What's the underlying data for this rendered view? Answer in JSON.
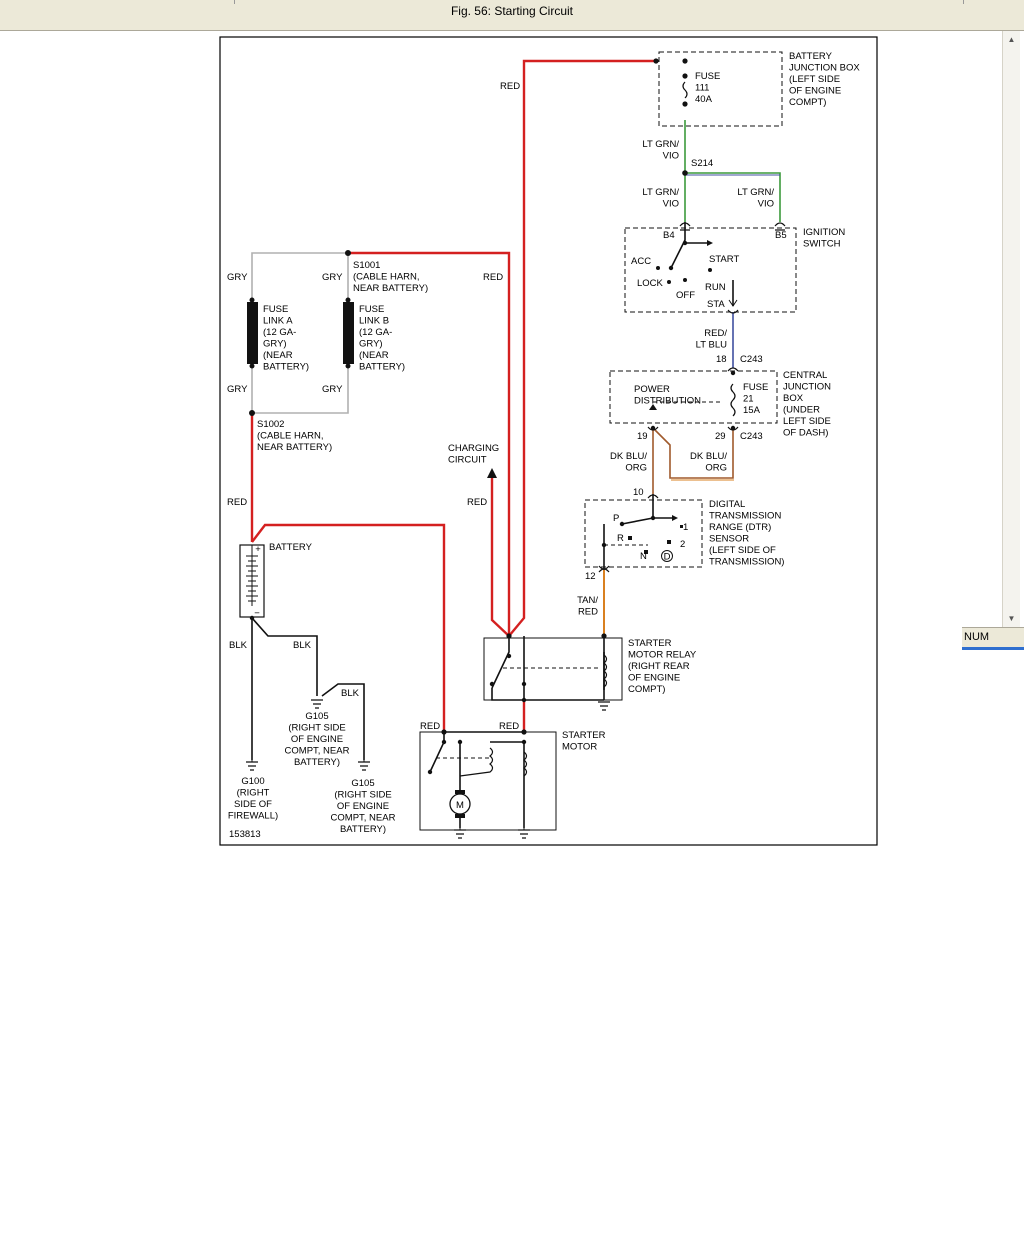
{
  "window": {
    "title": "Fig. 56: Starting Circuit"
  },
  "status": {
    "num": "NUM"
  },
  "diagram": {
    "figure_number": "153813",
    "labels": {
      "red_top": "RED",
      "bjb": [
        "BATTERY",
        "JUNCTION BOX",
        "(LEFT SIDE",
        "OF ENGINE",
        "COMPT)"
      ],
      "fuse111": [
        "FUSE",
        "111",
        "40A"
      ],
      "ltgrn1": [
        "LT GRN/",
        "VIO"
      ],
      "s214": "S214",
      "ltgrn2": [
        "LT GRN/",
        "VIO"
      ],
      "ltgrn3": [
        "LT GRN/",
        "VIO"
      ],
      "b4": "B4",
      "b5": "B5",
      "ign": [
        "IGNITION",
        "SWITCH"
      ],
      "acc": "ACC",
      "start": "START",
      "lock": "LOCK",
      "off": "OFF",
      "run": "RUN",
      "sta": "STA",
      "redltblu": [
        "RED/",
        "LT BLU"
      ],
      "pin18": "18",
      "c243a": "C243",
      "cjb": [
        "CENTRAL",
        "JUNCTION",
        "BOX",
        "(UNDER",
        "LEFT SIDE",
        "OF DASH)"
      ],
      "powerdist": [
        "POWER",
        "DISTRIBUTION"
      ],
      "fuse21": [
        "FUSE",
        "21",
        "15A"
      ],
      "pin19": "19",
      "pin29": "29",
      "c243b": "C243",
      "dkblu1": [
        "DK BLU/",
        "ORG"
      ],
      "dkblu2": [
        "DK BLU/",
        "ORG"
      ],
      "pin10": "10",
      "dtr": [
        "DIGITAL",
        "TRANSMISSION",
        "RANGE (DTR)",
        "SENSOR",
        "(LEFT SIDE OF",
        "TRANSMISSION)"
      ],
      "p": "P",
      "r": "R",
      "n": "N",
      "d": "D",
      "one": "1",
      "two": "2",
      "pin12": "12",
      "tanred": [
        "TAN/",
        "RED"
      ],
      "relay": [
        "STARTER",
        "MOTOR RELAY",
        "(RIGHT REAR",
        "OF ENGINE",
        "COMPT)"
      ],
      "starter": [
        "STARTER",
        "MOTOR"
      ],
      "m": "M",
      "red_mot1": "RED",
      "red_mot2": "RED",
      "s1001": [
        "S1001",
        "(CABLE HARN,",
        "NEAR BATTERY)"
      ],
      "red_s1001": "RED",
      "gry1": "GRY",
      "gry2": "GRY",
      "gry3": "GRY",
      "gry4": "GRY",
      "fla": [
        "FUSE",
        "LINK A",
        "(12 GA-",
        "GRY)",
        "(NEAR",
        "BATTERY)"
      ],
      "flb": [
        "FUSE",
        "LINK B",
        "(12 GA-",
        "GRY)",
        "(NEAR",
        "BATTERY)"
      ],
      "s1002": [
        "S1002",
        "(CABLE HARN,",
        "NEAR BATTERY)"
      ],
      "red_bat": "RED",
      "charging": [
        "CHARGING",
        "CIRCUIT"
      ],
      "red_chg": "RED",
      "battery": "BATTERY",
      "plus": "+",
      "minus": "−",
      "blk1": "BLK",
      "blk2": "BLK",
      "blk3": "BLK",
      "g105a": [
        "G105",
        "(RIGHT SIDE",
        "OF ENGINE",
        "COMPT, NEAR",
        "BATTERY)"
      ],
      "g100": [
        "G100",
        "(RIGHT",
        "SIDE OF",
        "FIREWALL)"
      ],
      "g105b": [
        "G105",
        "(RIGHT SIDE",
        "OF ENGINE",
        "COMPT, NEAR",
        "BATTERY)"
      ]
    },
    "colors": {
      "red_wire": "#d42020",
      "gray_wire": "#b0b0b0",
      "green_wire": "#3c9a3c",
      "blue_wire": "#4050a0",
      "orange_wire": "#d98020",
      "brown_wire": "#a05a2c",
      "black": "#111111"
    }
  }
}
